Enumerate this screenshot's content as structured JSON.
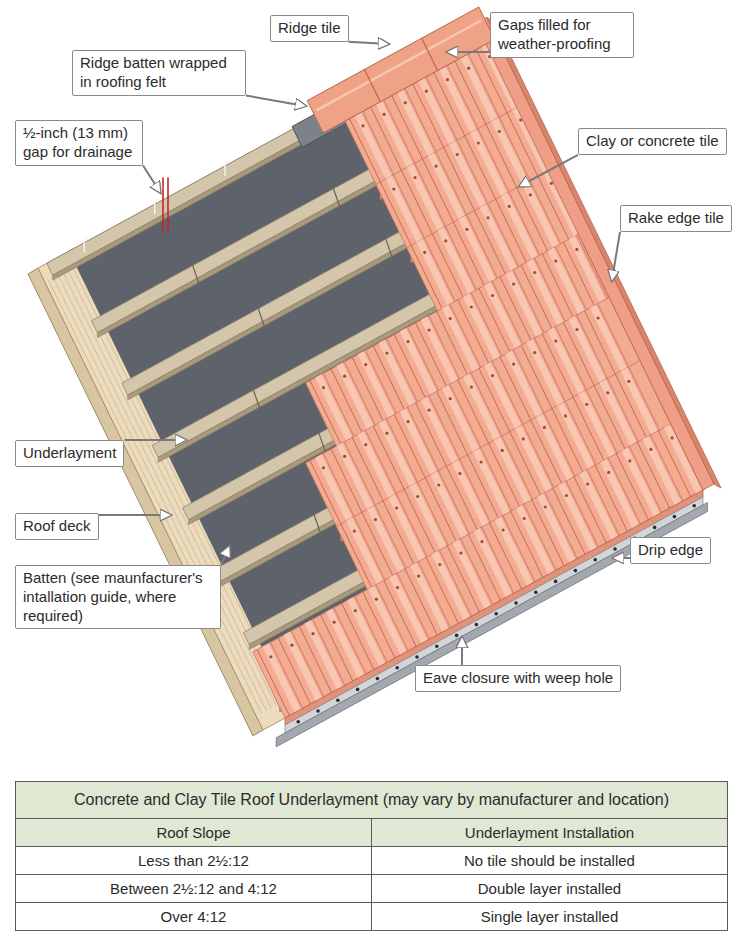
{
  "diagram": {
    "nodes": [
      {
        "text": [
          "Ridge tile"
        ]
      },
      {
        "text": [
          "Gaps filled for weather-proofing"
        ]
      },
      {
        "text": [
          "Ridge batten wrapped in roofing felt"
        ]
      },
      {
        "text": [
          "½-inch (13 mm) gap for drainage"
        ]
      },
      {
        "text": [
          "Clay or concrete tile"
        ]
      },
      {
        "text": [
          "Rake edge tile"
        ]
      },
      {
        "text": [
          "Underlayment"
        ]
      },
      {
        "text": [
          "Roof deck"
        ]
      },
      {
        "text": [
          "Drip edge"
        ]
      },
      {
        "text": [
          "Batten (see maunfacturer's intallation guide, where required)"
        ]
      },
      {
        "text": [
          "Eave closure with weep hole"
        ]
      }
    ],
    "labels": [
      "Concrete and Clay Tile Roof Underlayment (may vary by manufacturer and location)",
      "Roof Slope",
      "Underlayment Installation",
      "Less than 2½:12",
      "No tile should be installed",
      "Between 2½:12 and 4:12",
      "Double layer installed",
      "Over 4:12",
      "Single layer installed"
    ]
  }
}
